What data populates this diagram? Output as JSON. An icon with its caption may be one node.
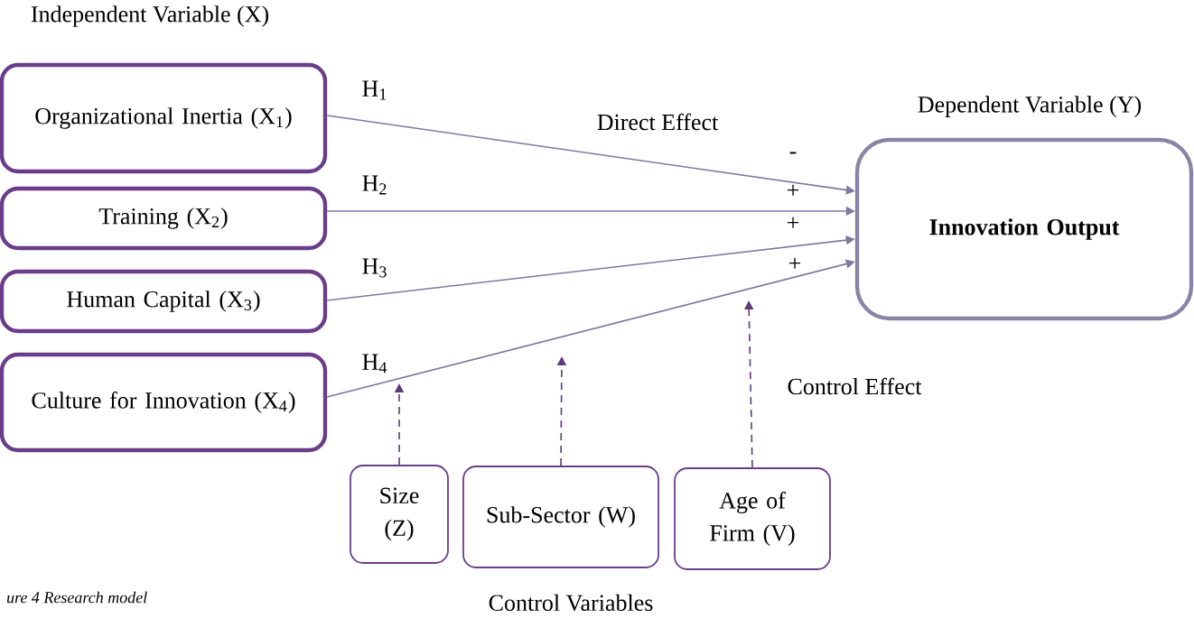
{
  "diagram": {
    "caption": "ure 4 Research model",
    "nodes": [
      {
        "text": [
          "Organizational Inertia (X$_{1}$)"
        ]
      },
      {
        "text": [
          "Training (X$_{2}$)"
        ]
      },
      {
        "text": [
          "Human Capital (X$_{3}$)"
        ]
      },
      {
        "text": [
          "Culture for Innovation (X$_{4}$)"
        ]
      },
      {
        "text": [
          "Innovation Output"
        ],
        "beside": [
          "Dependent Variable (Y)"
        ]
      },
      {
        "text": [
          "Size (Z)"
        ]
      },
      {
        "text": [
          "Sub-Sector (W)"
        ]
      },
      {
        "text": [
          "Age of Firm (V)"
        ]
      }
    ],
    "edges": [
      {
        "from": 0,
        "to": 4,
        "arrow": "to",
        "label": "H$_{1}$"
      },
      {
        "from": 1,
        "to": 4,
        "arrow": "to",
        "label": "H$_{2}$"
      },
      {
        "from": 2,
        "to": 4,
        "arrow": "to",
        "label": "H$_{3}$"
      },
      {
        "from": 3,
        "to": 4,
        "arrow": "to",
        "label": "H$_{4}$"
      },
      {
        "from": 5,
        "to": null,
        "arrow": "to",
        "style": "dashed",
        "color": "#5e3a78"
      },
      {
        "from": 6,
        "to": null,
        "arrow": "to",
        "style": "dashed",
        "color": "#5e3a78"
      },
      {
        "from": 7,
        "to": null,
        "arrow": "to",
        "style": "dashed",
        "color": "#5e3a78"
      }
    ],
    "labels": [
      "Independent Variable (X)",
      "Direct Effect",
      "-",
      "+",
      "+",
      "+",
      "Control Effect",
      "Control Variables"
    ]
  }
}
